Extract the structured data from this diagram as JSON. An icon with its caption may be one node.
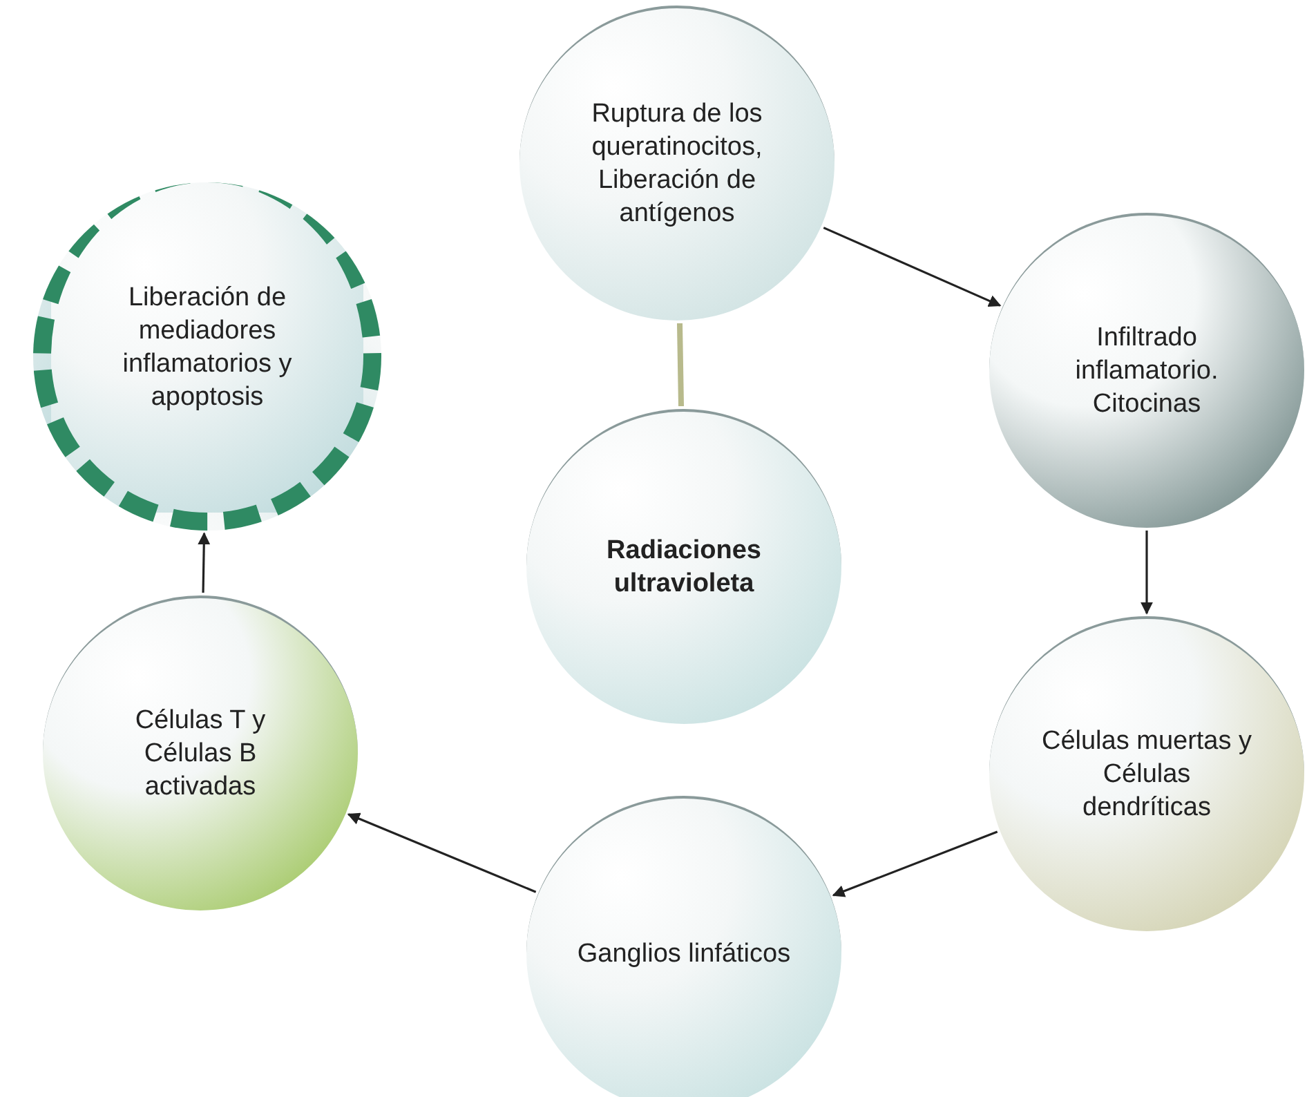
{
  "diagram": {
    "nodes": [
      {
        "text": [
          "Radiaciones ultravioleta"
        ]
      },
      {
        "text": [
          "Ruptura de los queratinocitos, Liberación de antígenos"
        ]
      },
      {
        "text": [
          "Infiltrado inflamatorio. Citocinas"
        ]
      },
      {
        "text": [
          "Células muertas y Células dendríticas"
        ]
      },
      {
        "text": [
          "Ganglios linfáticos"
        ]
      },
      {
        "text": [
          "Células T y Células B activadas"
        ]
      },
      {
        "text": [
          "Liberación de mediadores inflamatorios y apoptosis"
        ]
      }
    ],
    "edges": [
      {
        "from": 0,
        "to": 1,
        "arrow": "none",
        "style": "thick",
        "color": "#b8ba8c"
      },
      {
        "from": 1,
        "to": 2,
        "arrow": "to"
      },
      {
        "from": 2,
        "to": 3,
        "arrow": "to"
      },
      {
        "from": 3,
        "to": 4,
        "arrow": "to"
      },
      {
        "from": 4,
        "to": 5,
        "arrow": "to"
      },
      {
        "from": 5,
        "to": 6,
        "arrow": "to"
      }
    ]
  }
}
